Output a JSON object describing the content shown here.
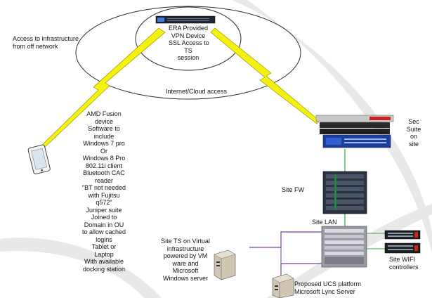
{
  "colors": {
    "background_swoosh": "#e7e7e7",
    "ellipse_stroke": "#2b2b2b",
    "lightning": "#f2f20a",
    "lightning_edge": "#8a8a00",
    "link_green": "#3aa64a",
    "link_purple": "#7b3f9a",
    "device_dark": "#1f2633",
    "device_blue": "#1b3f9a"
  },
  "labels": {
    "offnet": "Access to infrastructure\nfrom off network",
    "era_vpn": "ERA Provided\nVPN Device\nSSL Access to\nTS\nsession",
    "internet": "Internet/Cloud access",
    "sec_suite": "Sec\nSuite\non\nsite",
    "site_fw": "Site FW",
    "site_lan": "Site LAN",
    "device_notes": "AMD Fusion\ndevice\nSoftware to\ninclude\nWindows 7 pro\nOr\nWindows 8 Pro\n802.11i client\nBluetooth CAC\nreader\n\"BT not needed\nwith Fujitsu\nq572\"\nJuniper suite\nJoined to\nDomain in OU\nto allow cached\nlogins\nTablet or\nLaptop\nWith available\ndocking station",
    "site_ts": "Site TS on Virtual\ninfrastructure\npowered by VM\nware and\nMicrosoft\nWindows server",
    "ucs": "Proposed UCS platform\nMicrosoft Lync Server",
    "wifi": "Site WIFI\ncontrollers"
  },
  "icons": {
    "tablet": "tablet-icon",
    "vpn": "vpn-appliance-icon",
    "sec_suite": "security-appliance-stack-icon",
    "firewall": "firewall-chassis-icon",
    "lan": "lan-switch-chassis-icon",
    "server_ts": "tower-server-icon",
    "server_ucs": "tower-server-icon",
    "wifi": "wifi-controller-icon"
  }
}
